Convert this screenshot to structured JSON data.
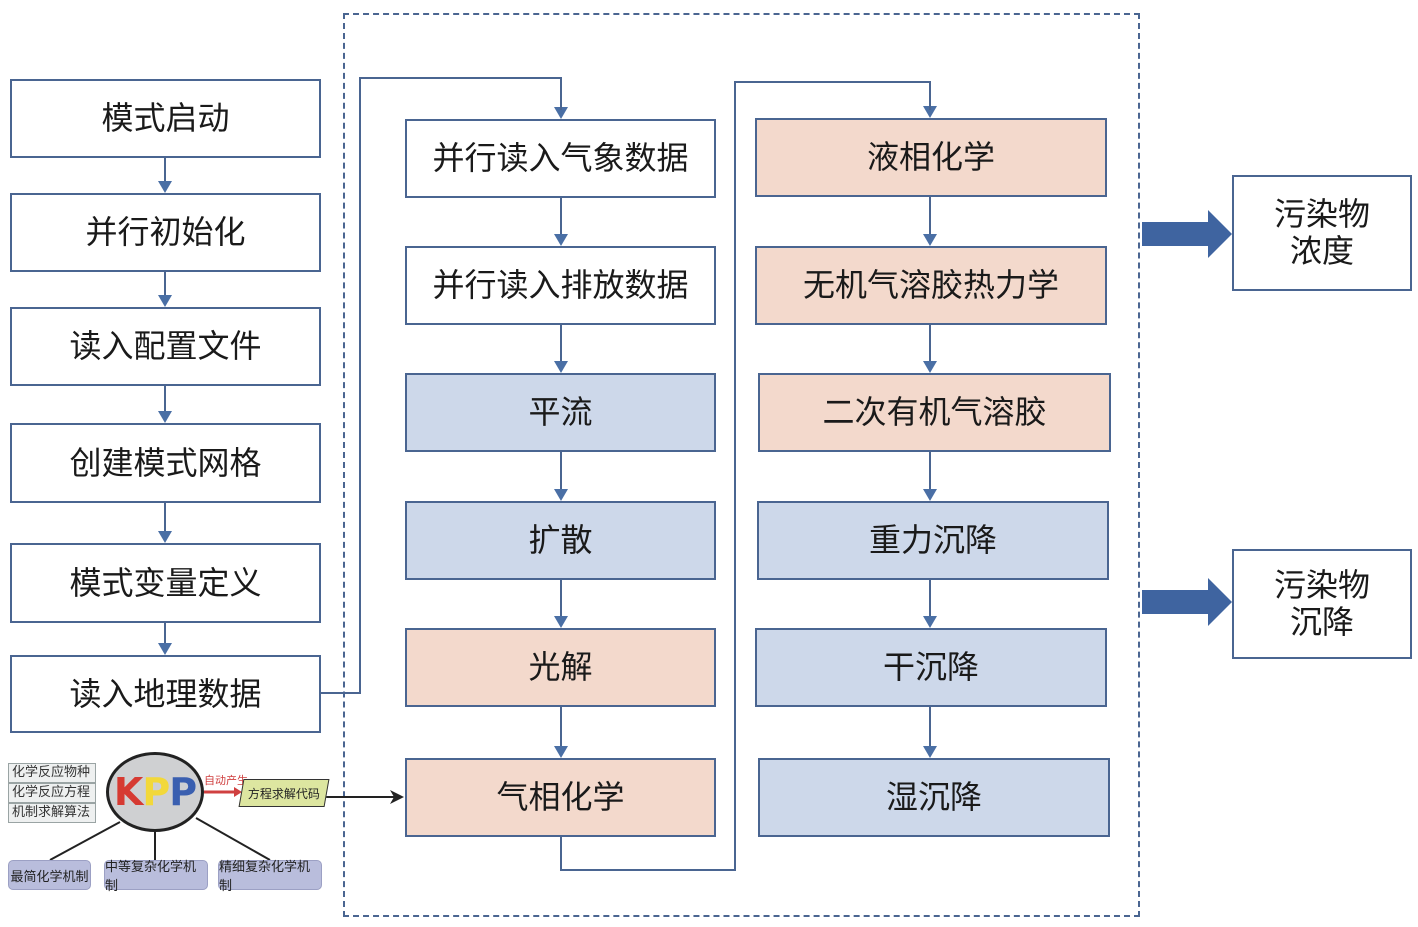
{
  "left_column": [
    "模式启动",
    "并行初始化",
    "读入配置文件",
    "创建模式网格",
    "模式变量定义",
    "读入地理数据"
  ],
  "middle_column": [
    {
      "label": "并行读入气象数据",
      "type": "plain"
    },
    {
      "label": "并行读入排放数据",
      "type": "plain"
    },
    {
      "label": "平流",
      "type": "physics"
    },
    {
      "label": "扩散",
      "type": "physics"
    },
    {
      "label": "光解",
      "type": "chemistry"
    },
    {
      "label": "气相化学",
      "type": "chemistry"
    }
  ],
  "right_column": [
    {
      "label": "液相化学",
      "type": "chemistry"
    },
    {
      "label": "无机气溶胶热力学",
      "type": "chemistry"
    },
    {
      "label": "二次有机气溶胶",
      "type": "chemistry"
    },
    {
      "label": "重力沉降",
      "type": "physics"
    },
    {
      "label": "干沉降",
      "type": "physics"
    },
    {
      "label": "湿沉降",
      "type": "physics"
    }
  ],
  "outputs": [
    "污染物\n浓度",
    "污染物\n沉降"
  ],
  "kpp": {
    "inputs": [
      "化学反应物种",
      "化学反应方程",
      "机制求解算法"
    ],
    "logo": {
      "k": "K",
      "p1": "P",
      "p2": "P"
    },
    "auto_label": "自动产生",
    "solver_label": "方程求解代码",
    "mechanisms": [
      "最简化学机制",
      "中等复杂化学机制",
      "精细复杂化学机制"
    ]
  },
  "colors": {
    "border": "#4a6591",
    "physics": "#cdd8ea",
    "chemistry": "#f3d9cc",
    "arrow": "#4a6fa5",
    "k": "#d63a32",
    "p1": "#f2d83a",
    "p2": "#3a5fb0"
  }
}
